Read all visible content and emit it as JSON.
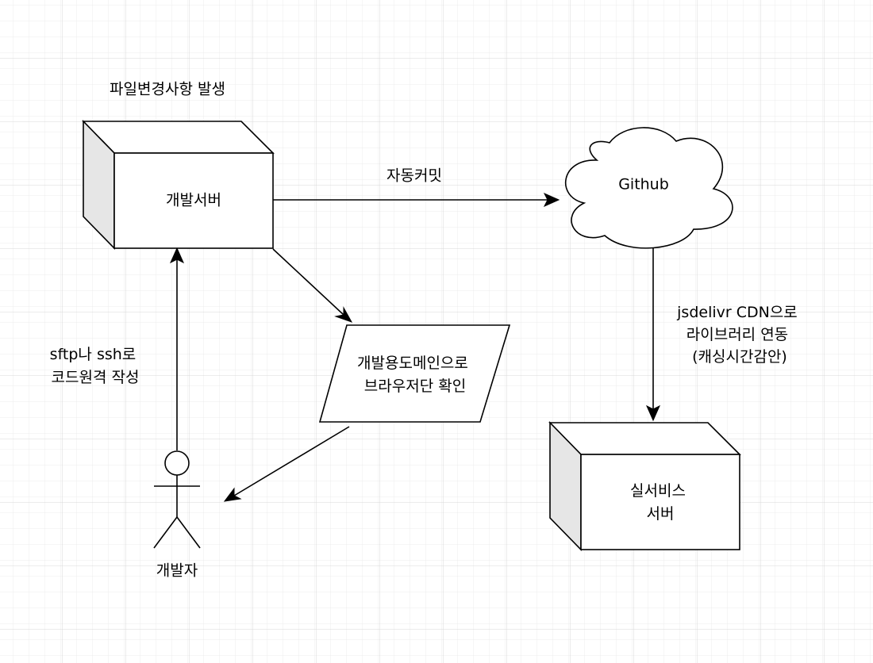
{
  "colors": {
    "background": "#ffffff",
    "grid_minor": "#ececec",
    "grid_major": "#d8d8d8",
    "stroke": "#000000",
    "shape_fill": "#ffffff",
    "box_side_fill": "#e6e6e6"
  },
  "nodes": {
    "title_note": "파일변경사항 발생",
    "dev_server": "개발서버",
    "github": "Github",
    "dev_domain_check": [
      "개발용도메인으로",
      "브라우저단 확인"
    ],
    "live_server": [
      "실서비스",
      "서버"
    ],
    "developer": "개발자"
  },
  "edges": {
    "auto_commit": "자동커밋",
    "jsdelivr": [
      "jsdelivr CDN으로",
      "라이브러리 연동",
      "(캐싱시간감안)"
    ],
    "remote_coding": [
      "sftp나 ssh로",
      "코드원격 작성"
    ]
  }
}
